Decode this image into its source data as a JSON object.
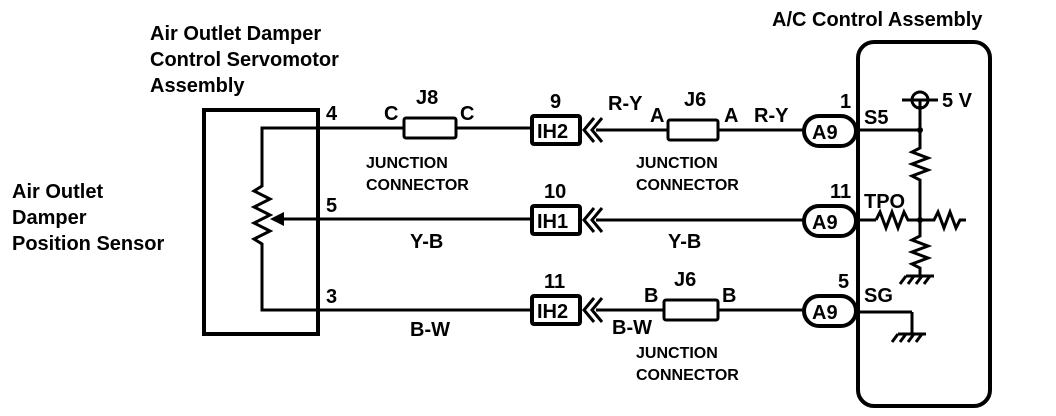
{
  "component_left": {
    "title": [
      "Air Outlet Damper",
      "Control Servomotor",
      "Assembly"
    ],
    "sensor_label": [
      "Air Outlet",
      "Damper",
      "Position Sensor"
    ],
    "pins": [
      "4",
      "5",
      "3"
    ]
  },
  "component_right": {
    "title": "A/C Control Assembly",
    "terminals": [
      "S5",
      "TPO",
      "SG"
    ],
    "supply": "5 V"
  },
  "rows": [
    {
      "left_pin": "4",
      "junction_left": {
        "id": "J8",
        "in": "C",
        "out": "C",
        "label": [
          "JUNCTION",
          "CONNECTOR"
        ]
      },
      "connector": {
        "id": "IH2",
        "pin": "9"
      },
      "wire_color": "R-Y",
      "junction_right": {
        "id": "J6",
        "in": "A",
        "out": "A",
        "label": [
          "JUNCTION",
          "CONNECTOR"
        ]
      },
      "wire_color_right": "R-Y",
      "ecu_connector": {
        "id": "A9",
        "pin": "1"
      },
      "terminal": "S5"
    },
    {
      "left_pin": "5",
      "wire_color_left": "Y-B",
      "connector": {
        "id": "IH1",
        "pin": "10"
      },
      "wire_color_right": "Y-B",
      "ecu_connector": {
        "id": "A9",
        "pin": "11"
      },
      "terminal": "TPO"
    },
    {
      "left_pin": "3",
      "wire_color_left": "B-W",
      "connector": {
        "id": "IH2",
        "pin": "11"
      },
      "wire_color_mid": "B-W",
      "junction_right": {
        "id": "J6",
        "in": "B",
        "out": "B",
        "label": [
          "JUNCTION",
          "CONNECTOR"
        ]
      },
      "ecu_connector": {
        "id": "A9",
        "pin": "5"
      },
      "terminal": "SG"
    }
  ]
}
